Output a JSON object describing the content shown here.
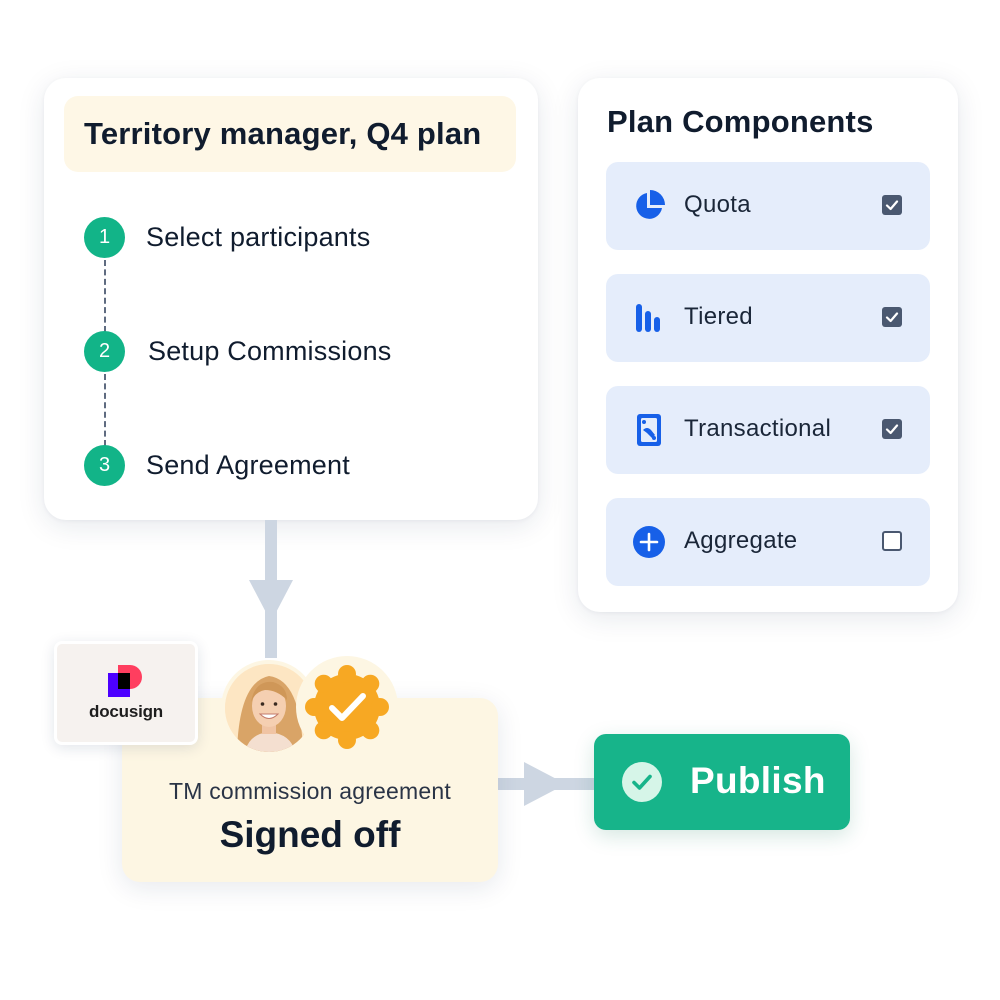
{
  "plan": {
    "title": "Territory manager, Q4 plan",
    "steps": [
      {
        "number": "1",
        "label": "Select participants"
      },
      {
        "number": "2",
        "label": "Setup Commissions"
      },
      {
        "number": "3",
        "label": "Send Agreement"
      }
    ]
  },
  "components": {
    "title": "Plan Components",
    "items": [
      {
        "label": "Quota",
        "icon": "pie-chart-icon",
        "checked": true
      },
      {
        "label": "Tiered",
        "icon": "bar-chart-icon",
        "checked": true
      },
      {
        "label": "Transactional",
        "icon": "money-hand-icon",
        "checked": true
      },
      {
        "label": "Aggregate",
        "icon": "plus-circle-icon",
        "checked": false
      }
    ]
  },
  "docusign": {
    "brand": "docusign"
  },
  "agreement": {
    "subtitle": "TM commission agreement",
    "status": "Signed off"
  },
  "publish": {
    "label": "Publish",
    "icon": "check-circle-icon"
  },
  "colors": {
    "accent_green": "#17b48a",
    "icon_blue": "#1760e8",
    "component_bg": "#e5edfb",
    "plan_title_bg": "#fef7e6",
    "agreement_bg": "#fdf6e3",
    "badge_orange": "#f7a823"
  }
}
